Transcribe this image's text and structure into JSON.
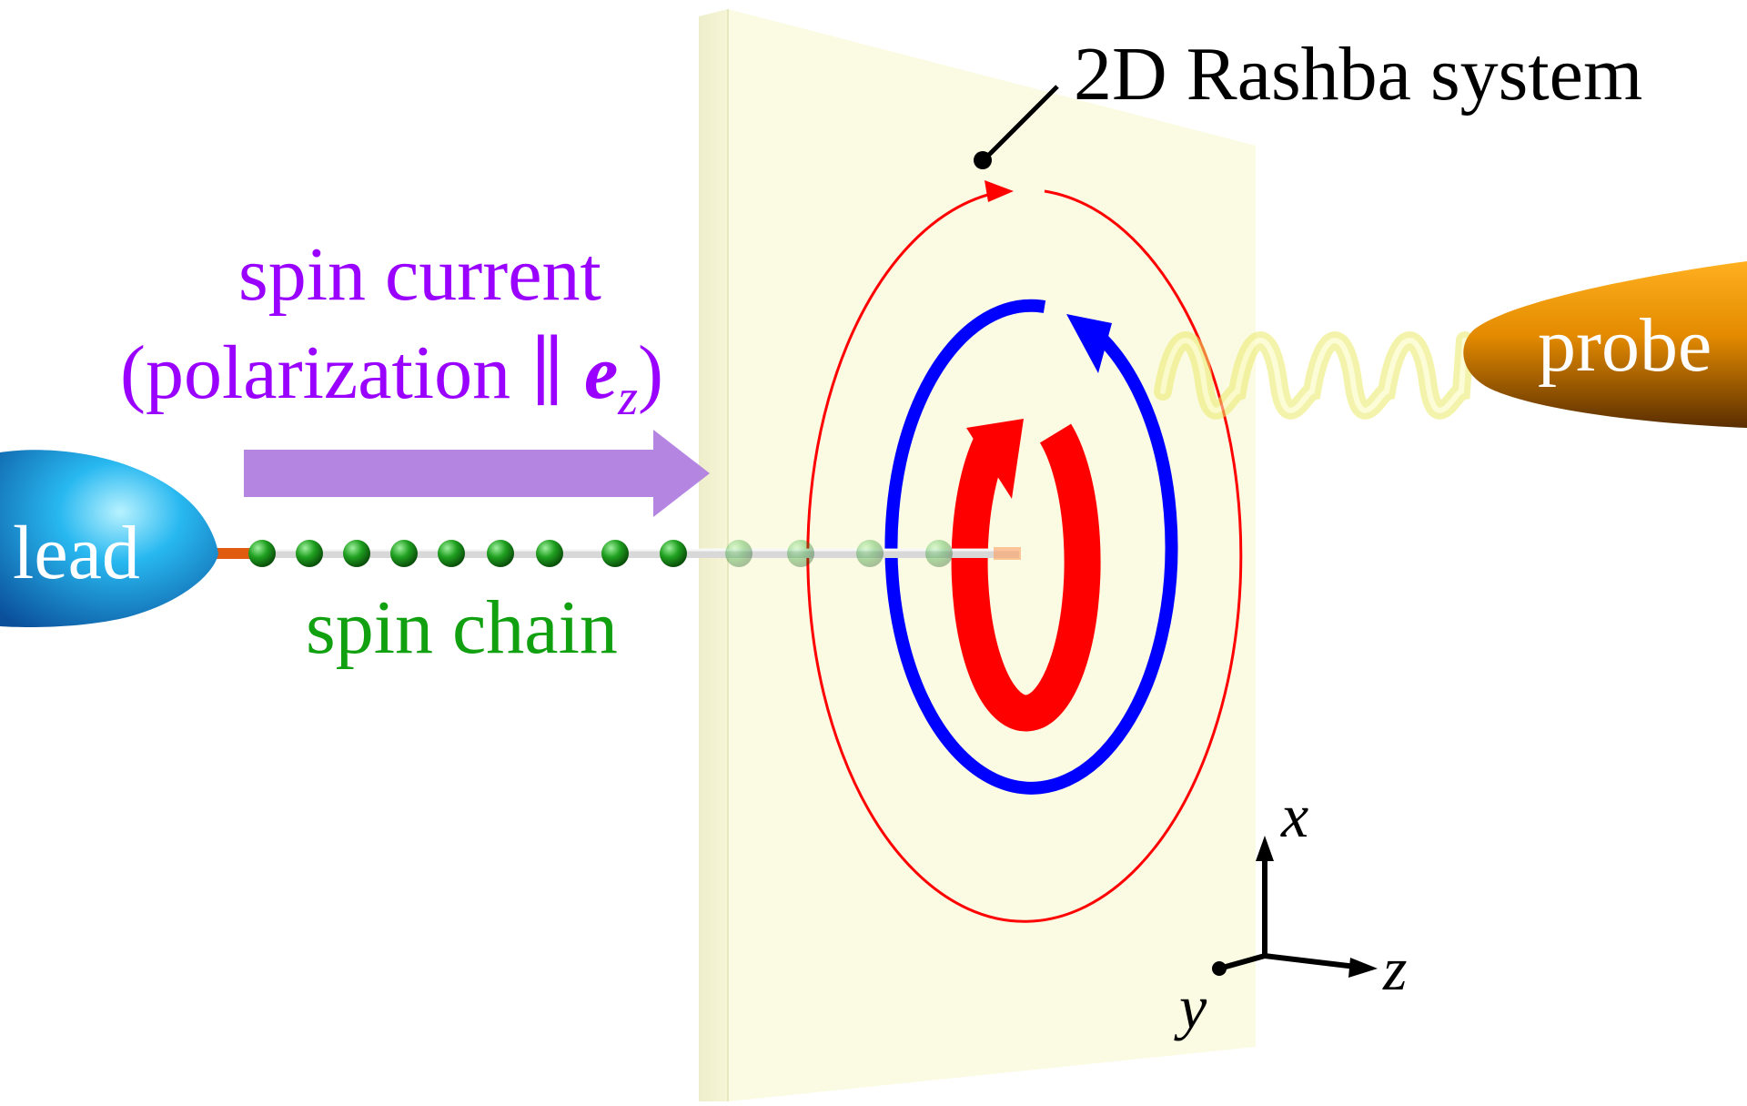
{
  "labels": {
    "rashba": "2D Rashba system",
    "spin_current": "spin current",
    "polarization_open": "(polarization ∥ ",
    "polarization_e": "e",
    "polarization_sub": "z",
    "polarization_close": ")",
    "lead": "lead",
    "probe": "probe",
    "spin_chain": "spin chain",
    "axis_x": "x",
    "axis_y": "y",
    "axis_z": "z"
  },
  "colors": {
    "plate": "#fbfbe3",
    "plate_edge": "#eeeec8",
    "red": "#ff0000",
    "blue": "#0000ff",
    "purple_text": "#9900ff",
    "purple_arrow": "#b080e0",
    "green_text": "#10a010",
    "lead_blue": "#1ea0e6",
    "probe_orange": "#e38a00",
    "spring": "#f0f080"
  },
  "icons": {
    "spin_current_arrow": "arrow-right-icon",
    "red_vortex": "clockwise-arrow-icon",
    "blue_loop": "counterclockwise-arrow-icon"
  }
}
